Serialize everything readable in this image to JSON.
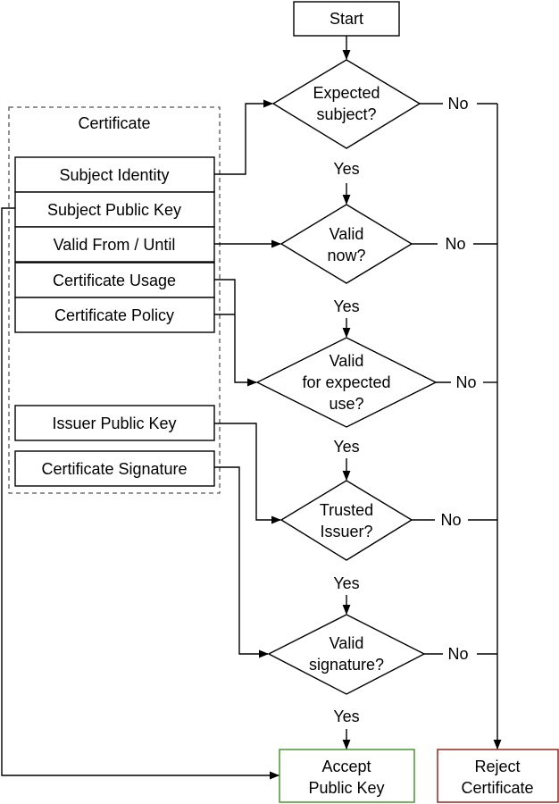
{
  "colors": {
    "accept": "#3f8f1f",
    "reject": "#8b1a10",
    "line": "#000000",
    "container_border": "#555555"
  },
  "start_label": "Start",
  "certificate": {
    "title": "Certificate",
    "fields": {
      "subject_identity": "Subject Identity",
      "subject_public_key": "Subject Public Key",
      "valid_from_until": "Valid From / Until",
      "certificate_usage": "Certificate Usage",
      "certificate_policy": "Certificate Policy",
      "issuer_public_key": "Issuer Public Key",
      "certificate_signature": "Certificate Signature"
    }
  },
  "decisions": {
    "expected_subject": [
      "Expected",
      "subject?"
    ],
    "valid_now": [
      "Valid",
      "now?"
    ],
    "valid_use": [
      "Valid",
      "for expected",
      "use?"
    ],
    "trusted_issuer": [
      "Trusted",
      "Issuer?"
    ],
    "valid_signature": [
      "Valid",
      "signature?"
    ]
  },
  "yes_label": "Yes",
  "no_label": "No",
  "outcomes": {
    "accept": [
      "Accept",
      "Public Key"
    ],
    "reject": [
      "Reject",
      "Certificate"
    ]
  }
}
